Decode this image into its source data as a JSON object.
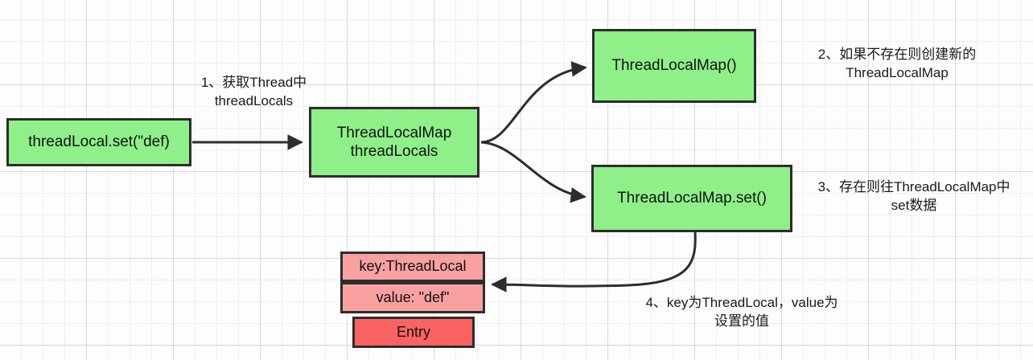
{
  "diagram": {
    "title": "ThreadLocal set flow",
    "colors": {
      "node_green": "#8ff089",
      "cell_pink": "#f9a0a0",
      "cell_red": "#fb6363",
      "stroke": "#2d2d2d",
      "text": "#111111",
      "background": "#fdfdfd",
      "grid": "#dcdce2"
    },
    "nodes": {
      "threadlocal_set": "threadLocal.set(\"def)",
      "threadlocalmap_threadlocals": "ThreadLocalMap\nthreadLocals",
      "threadlocalmap_ctor": "ThreadLocalMap()",
      "threadlocalmap_set": "ThreadLocalMap.set()"
    },
    "entry": {
      "key_cell": "key:ThreadLocal",
      "value_cell": "value: \"def\"",
      "entry_cell": "Entry"
    },
    "labels": {
      "step_1": "1、获取Thread中\nthreadLocals",
      "step_2": "2、如果不存在则创建新的\nThreadLocalMap",
      "step_3": "3、存在则往ThreadLocalMap中\nset数据",
      "step_4": "4、key为ThreadLocal，value为\n设置的值"
    }
  }
}
